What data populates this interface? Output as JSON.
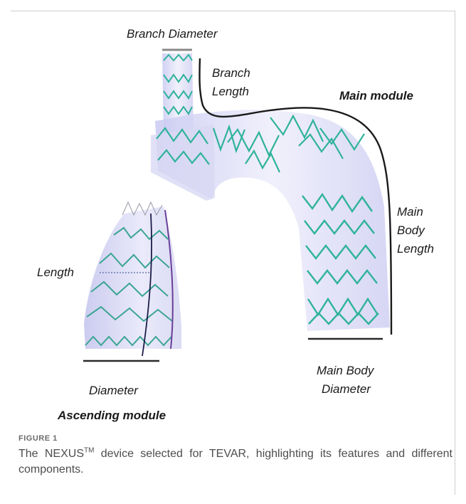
{
  "figure": {
    "labels": {
      "branch_diameter": "Branch Diameter",
      "branch_length_l1": "Branch",
      "branch_length_l2": "Length",
      "main_module": "Main module",
      "main_body_length_l1": "Main",
      "main_body_length_l2": "Body",
      "main_body_length_l3": "Length",
      "length": "Length",
      "main_body_diameter_l1": "Main Body",
      "main_body_diameter_l2": "Diameter",
      "diameter": "Diameter",
      "ascending_module": "Ascending module"
    },
    "colors": {
      "stent_wire": "#2fb39a",
      "graft_fill": "#dcdcf6",
      "ascending_wire": "#3aa592",
      "module_label_main": "#1c2a3a",
      "module_label_ascending": "#3a3a12"
    }
  },
  "caption": {
    "label": "FIGURE 1",
    "text_before": "The NEXUS",
    "superscript": "TM",
    "text_after": " device selected for TEVAR, highlighting its features and different components."
  }
}
